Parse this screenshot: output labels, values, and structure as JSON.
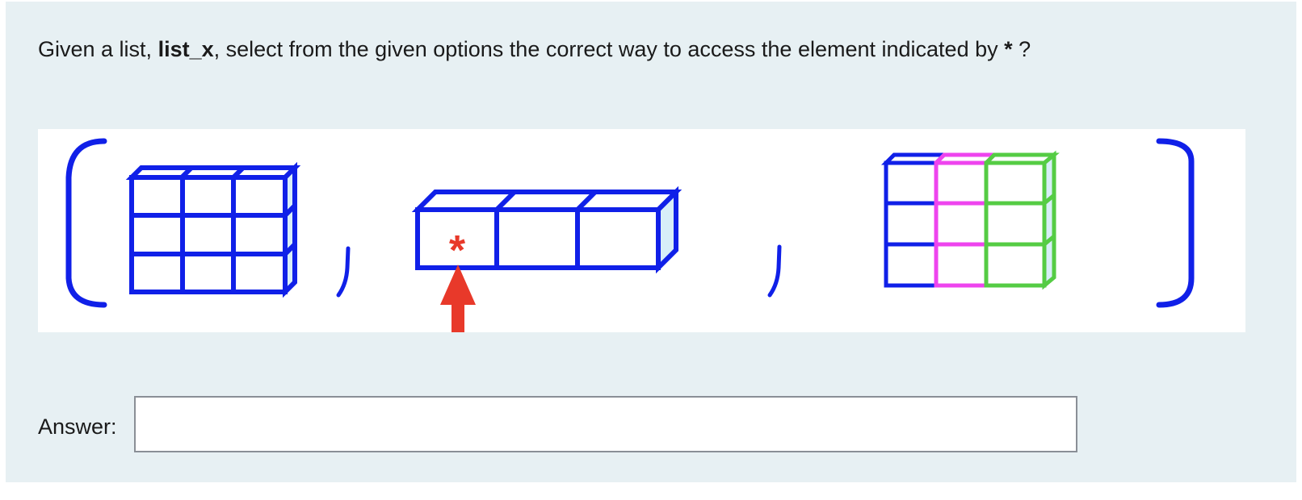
{
  "question": {
    "prefix": "Given a list, ",
    "list_name": "list_x",
    "middle": ", select from the given options the correct way to access the element indicated by ",
    "marker": "*",
    "suffix": " ?"
  },
  "figure": {
    "marker_symbol": "*",
    "colors": {
      "blue": "#1020e8",
      "magenta": "#ee44ee",
      "green": "#55cc44",
      "red": "#e8392a",
      "side_fill": "#d8eef8"
    }
  },
  "answer": {
    "label": "Answer:",
    "value": "",
    "placeholder": ""
  }
}
